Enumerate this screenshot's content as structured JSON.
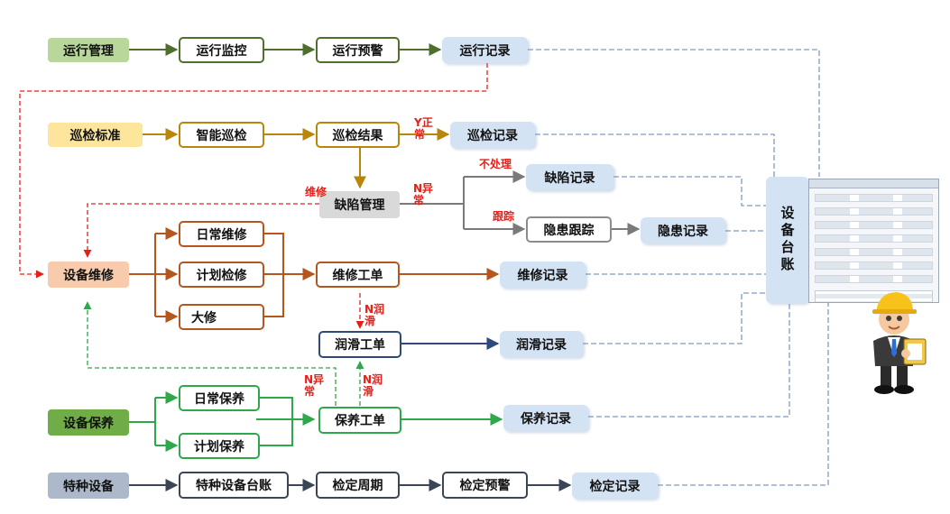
{
  "colors": {
    "operation": "#4e6f2e",
    "inspection": "#b8860b",
    "defect": "#8c8c8c",
    "maintenance": "#b5561f",
    "lubrication": "#2e4a7a",
    "upkeep": "#2ea84a",
    "special": "#3a4556",
    "dashed_red": "#e52019",
    "dashed_blue": "#7f9cc0",
    "dashed_green": "#2ea84a"
  },
  "rows": {
    "operation": {
      "head": "运行管理",
      "step1": "运行监控",
      "step2": "运行预警",
      "record": "运行记录"
    },
    "inspection": {
      "head": "巡检标准",
      "step1": "智能巡检",
      "step2": "巡检结果",
      "record": "巡检记录",
      "ok_label": "Y正常"
    },
    "defect": {
      "box": "缺陷管理",
      "abnormal_label": "N异常",
      "repair_label": "维修",
      "no_handle_label": "不处理",
      "defect_record": "缺陷记录",
      "track_label": "跟踪",
      "hazard_track": "隐患跟踪",
      "hazard_record": "隐患记录"
    },
    "maintenance": {
      "head": "设备维修",
      "daily": "日常维修",
      "planned": "计划检修",
      "overhaul": "大修",
      "order": "维修工单",
      "record": "维修记录"
    },
    "lubrication": {
      "order": "润滑工单",
      "record": "润滑记录",
      "label_down": "N润滑",
      "label_up": "N润滑"
    },
    "upkeep": {
      "head": "设备保养",
      "daily": "日常保养",
      "planned": "计划保养",
      "order": "保养工单",
      "record": "保养记录",
      "abnormal_label": "N异常"
    },
    "special": {
      "head": "特种设备",
      "ledger": "特种设备台账",
      "cycle": "检定周期",
      "warning": "检定预警",
      "record": "检定记录"
    }
  },
  "ledger": {
    "label": "设备台账",
    "screen": "ledger-screen-icon",
    "person": "engineer-with-clipboard-icon"
  }
}
